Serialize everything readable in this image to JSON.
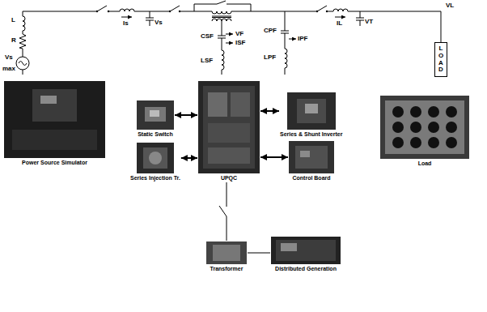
{
  "diagram": {
    "nodes": [
      {
        "text": [
          "Power Source Simulator"
        ]
      },
      {
        "text": [
          "Static Switch"
        ]
      },
      {
        "text": [
          "Series Injection Tr."
        ]
      },
      {
        "text": [
          "UPQC"
        ]
      },
      {
        "text": [
          "Series & Shunt Inverter"
        ]
      },
      {
        "text": [
          "Control Board"
        ]
      },
      {
        "text": [
          "Load"
        ]
      },
      {
        "text": [
          "LOAD"
        ]
      },
      {
        "text": [
          "Transformer"
        ]
      },
      {
        "text": [
          "Distributed Generation"
        ]
      }
    ],
    "edges": [
      {
        "from": 3,
        "to": 1,
        "arrow": "both"
      },
      {
        "from": 3,
        "to": 2,
        "arrow": "both"
      },
      {
        "from": 3,
        "to": 4,
        "arrow": "both"
      },
      {
        "from": 3,
        "to": 5,
        "arrow": "both"
      },
      {
        "from": 9,
        "to": 8,
        "arrow": "none"
      },
      {
        "from": 8,
        "to": 3,
        "arrow": "none"
      }
    ],
    "labels": [
      "L",
      "R",
      "Vs",
      "max",
      "Is",
      "Vs",
      "VF",
      "ISF",
      "CSF",
      "LSF",
      "CPF",
      "IPF",
      "LPF",
      "IL",
      "VT",
      "VL"
    ]
  }
}
